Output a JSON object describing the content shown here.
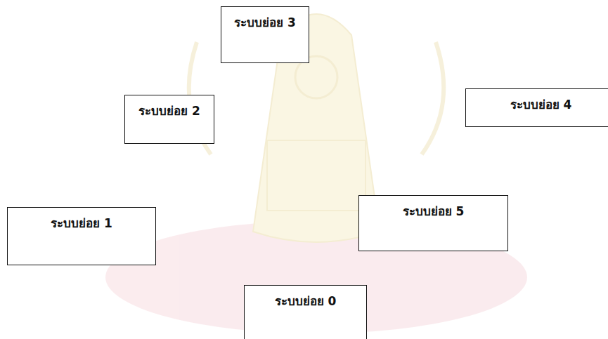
{
  "diagram": {
    "nodes": [
      {
        "text": [
          "ระบบย่อย 3"
        ]
      },
      {
        "text": [
          "ระบบย่อย 2"
        ]
      },
      {
        "text": [
          "ระบบย่อย 4"
        ]
      },
      {
        "text": [
          "ระบบย่อย 1"
        ]
      },
      {
        "text": [
          "ระบบย่อย 5"
        ]
      },
      {
        "text": [
          "ระบบย่อย 0"
        ]
      }
    ]
  }
}
